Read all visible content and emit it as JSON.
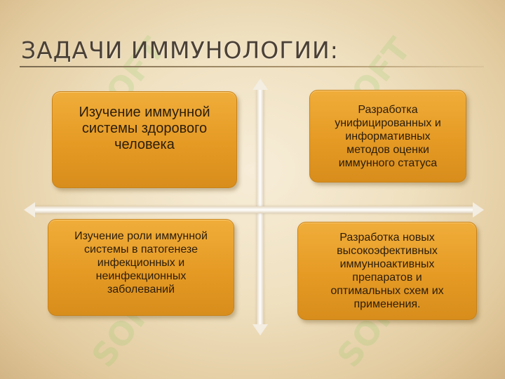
{
  "slide": {
    "title": "ЗАДАЧИ ИММУНОЛОГИИ:",
    "boxes": {
      "top_left": "Изучение иммунной\nсистемы здорового\nчеловека",
      "top_right": "Разработка\nунифицированных и\nинформативных\nметодов оценки\nиммунного статуса",
      "bottom_left": "Изучение роли  иммунной\nсистемы в патогенезе\nинфекционных и\nнеинфекционных\nзаболеваний",
      "bottom_right": "Разработка новых\nвысокоэфективных\nиммунноактивных\nпрепаратов  и\nоптимальных схем их\nприменения."
    },
    "watermark": "SOFT"
  }
}
